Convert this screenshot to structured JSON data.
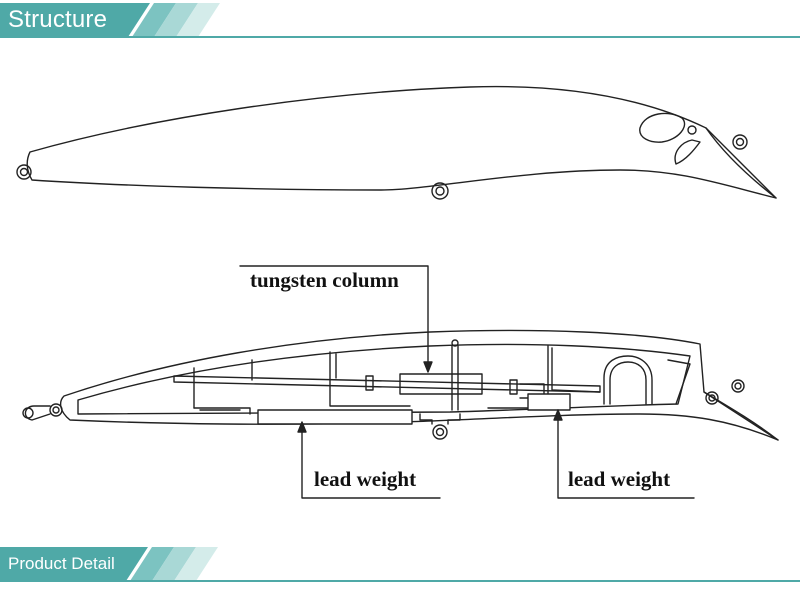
{
  "banners": {
    "structure": "Structure",
    "product_detail": "Product Detail"
  },
  "diagram": {
    "labels": {
      "tungsten_column": "tungsten column",
      "lead_weight_left": "lead weight",
      "lead_weight_right": "lead weight"
    }
  },
  "colors": {
    "accent": "#4fa9a7",
    "line": "#222222"
  }
}
